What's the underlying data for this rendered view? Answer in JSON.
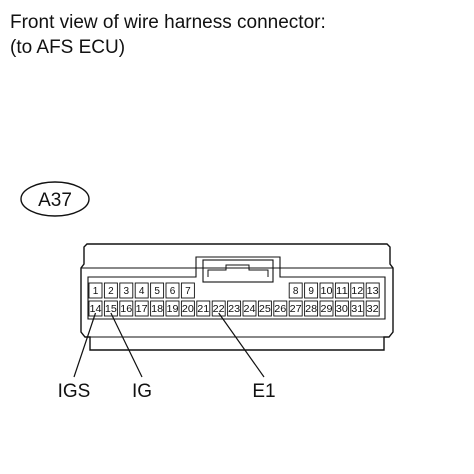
{
  "title": {
    "line1": "Front view of wire harness connector:",
    "line2": "(to AFS ECU)"
  },
  "connector": {
    "code": "A37",
    "pins_top_left": [
      "1",
      "2",
      "3",
      "4",
      "5",
      "6",
      "7"
    ],
    "pins_top_right": [
      "8",
      "9",
      "10",
      "11",
      "12",
      "13"
    ],
    "pins_bottom": [
      "14",
      "15",
      "16",
      "17",
      "18",
      "19",
      "20",
      "21",
      "22",
      "23",
      "24",
      "25",
      "26",
      "27",
      "28",
      "29",
      "30",
      "31",
      "32"
    ]
  },
  "callouts": [
    {
      "label": "IGS",
      "pin": "14"
    },
    {
      "label": "IG",
      "pin": "15"
    },
    {
      "label": "E1",
      "pin": "22"
    }
  ]
}
